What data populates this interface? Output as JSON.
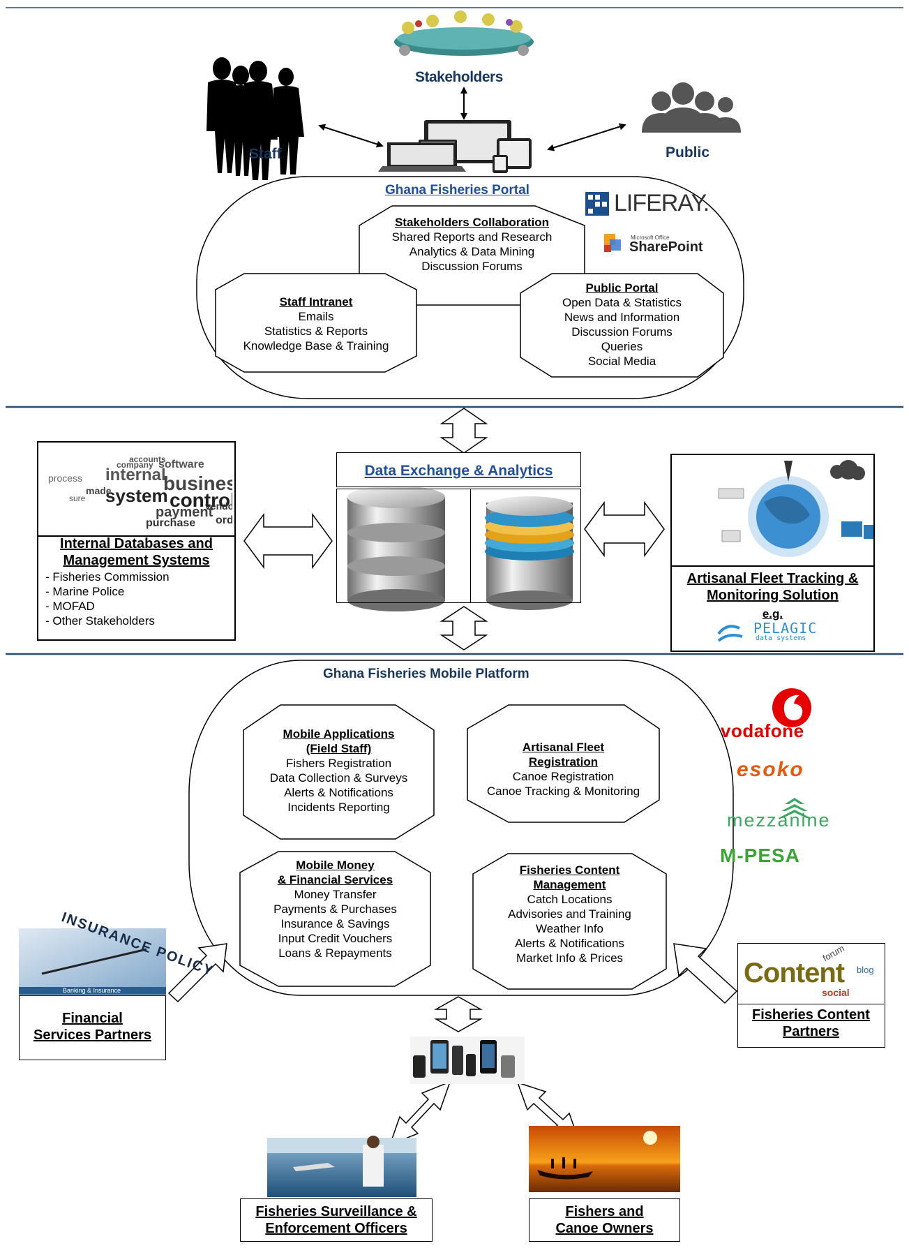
{
  "colors": {
    "rule": "#1f4e79",
    "title_blue": "#17375e",
    "vodafone_red": "#e60000",
    "esoko_orange": "#e8590c",
    "mezzanine_green": "#3aa860",
    "mpesa_green": "#3aa535",
    "pelagic_blue": "#2b8fd6"
  },
  "icons": {
    "staff": "people-silhouettes-icon",
    "stakeholders": "round-table-meeting-icon",
    "public": "people-group-icon",
    "devices": "multi-device-icon",
    "database": "database-cylinder-icon",
    "mobile_devices": "mobile-phones-icon"
  },
  "top": {
    "stakeholders": "Stakeholders",
    "staff": "Staff",
    "public": "Public"
  },
  "portal": {
    "title": "Ghana Fisheries Portal",
    "logos": {
      "liferay": "LIFERAY.",
      "sharepoint_small": "Microsoft Office",
      "sharepoint": "SharePoint"
    },
    "collaboration": {
      "title": "Stakeholders Collaboration",
      "items": [
        "Shared Reports and Research",
        "Analytics & Data Mining",
        "Discussion Forums"
      ]
    },
    "intranet": {
      "title": "Staff Intranet",
      "items": [
        "Emails",
        "Statistics & Reports",
        "Knowledge Base & Training"
      ]
    },
    "public": {
      "title": "Public Portal",
      "items": [
        "Open Data & Statistics",
        "News and Information",
        "Discussion Forums",
        "Queries",
        "Social Media"
      ]
    }
  },
  "middle": {
    "exchange": {
      "title": "Data Exchange & Analytics"
    },
    "internal": {
      "title_lines": [
        "Internal Databases and",
        "Management Systems"
      ],
      "items": [
        "- Fisheries Commission",
        "- Marine Police",
        "- MOFAD",
        "- Other Stakeholders"
      ],
      "cloud_words": [
        "internal",
        "business",
        "system",
        "control",
        "software",
        "payment",
        "purchase",
        "accounts",
        "company",
        "process",
        "vendor",
        "order",
        "sure",
        "made"
      ]
    },
    "fleet": {
      "title_lines": [
        "Artisanal Fleet Tracking &",
        "Monitoring Solution"
      ],
      "eg": "e.g.",
      "pelagic": "PELAGIC",
      "pelagic_sub": "data systems"
    }
  },
  "mobile": {
    "title": "Ghana Fisheries Mobile Platform",
    "apps": {
      "title_lines": [
        "Mobile Applications",
        "(Field Staff)"
      ],
      "items": [
        "Fishers Registration",
        "Data Collection & Surveys",
        "Alerts & Notifications",
        "Incidents Reporting"
      ]
    },
    "fleet_reg": {
      "title_lines": [
        "Artisanal Fleet",
        "Registration"
      ],
      "items": [
        "Canoe Registration",
        "Canoe Tracking & Monitoring"
      ]
    },
    "money": {
      "title_lines": [
        "Mobile Money",
        "& Financial Services"
      ],
      "items": [
        "Money Transfer",
        "Payments & Purchases",
        "Insurance & Savings",
        "Input Credit Vouchers",
        "Loans & Repayments"
      ]
    },
    "content": {
      "title_lines": [
        "Fisheries Content",
        "Management"
      ],
      "items": [
        "Catch Locations",
        "Advisories and Training",
        "Weather Info",
        "Alerts & Notifications",
        "Market Info & Prices"
      ]
    },
    "partners_logos": {
      "vodafone": "vodafone",
      "esoko": "esoko",
      "mezzanine": "mezzanine",
      "mpesa": "M-PESA"
    }
  },
  "bottom": {
    "financial": {
      "lines": [
        "Financial",
        "Services Partners"
      ],
      "image_band": "Banking & Insurance",
      "image_text": "INSURANCE POLICY"
    },
    "content_partners": {
      "lines": [
        "Fisheries Content",
        "Partners"
      ],
      "image_text": "Content",
      "image_words": [
        "forum",
        "social",
        "blog"
      ]
    },
    "surveillance": {
      "lines": [
        "Fisheries Surveillance &",
        "Enforcement Officers"
      ]
    },
    "fishers": {
      "lines": [
        "Fishers and",
        "Canoe Owners"
      ]
    }
  }
}
